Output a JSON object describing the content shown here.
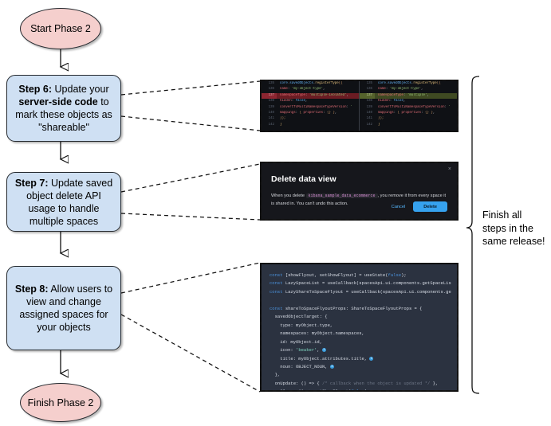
{
  "flow": {
    "start": {
      "label": "Start Phase 2"
    },
    "finish": {
      "label": "Finish Phase 2"
    },
    "steps": [
      {
        "id": "step6",
        "prefix": "Step 6:",
        "text": " Update your ",
        "bold": "server-side code",
        "rest": " to mark these objects as \"shareable\""
      },
      {
        "id": "step7",
        "prefix": "Step 7:",
        "text": " Update saved object delete API usage to handle multiple spaces"
      },
      {
        "id": "step8",
        "prefix": "Step 8:",
        "text": " Allow users to view and change assigned spaces for your objects"
      }
    ]
  },
  "annotation": {
    "text": "Finish all steps in the same release!"
  },
  "diff": {
    "left": [
      {
        "ln": "135",
        "html": "<span class=\"f\">core</span><span class=\"d\">.</span><span class=\"f\">savedObjects</span><span class=\"d\">.</span><span class=\"b\">registerType</span><span class=\"n\">({</span>",
        "type": "ctx"
      },
      {
        "ln": "136",
        "html": "  <span class=\"p\">name</span><span class=\"d\">:</span> <span class=\"s\">'my-object-type'</span><span class=\"d\">,</span>",
        "type": "ctx"
      },
      {
        "ln": "137",
        "html": "  <span class=\"p\">namespaceType</span><span class=\"d\">:</span> <span class=\"s\">'multiple-isolated'</span><span class=\"d\">,</span>",
        "type": "del"
      },
      {
        "ln": "138",
        "html": "  <span class=\"p\">hidden</span><span class=\"d\">:</span> <span class=\"f\">false</span><span class=\"d\">,</span>",
        "type": "ctx"
      },
      {
        "ln": "139",
        "html": "  <span class=\"p\">convertToMultiNamespaceTypeVersion</span><span class=\"d\">:</span> <span class=\"s\">'</span>",
        "type": "ctx"
      },
      {
        "ln": "140",
        "html": "  <span class=\"p\">mappings</span><span class=\"d\">:</span> <span class=\"n\">{</span> <span class=\"p\">properties</span><span class=\"d\">:</span> <span class=\"n\">{}</span> <span class=\"n\">}</span><span class=\"d\">,</span>",
        "type": "ctx"
      },
      {
        "ln": "141",
        "html": "<span class=\"n\">});</span>",
        "type": "ctx"
      },
      {
        "ln": "142",
        "html": "<span class=\"b\">}</span>",
        "type": "ctx"
      }
    ],
    "right": [
      {
        "ln": "135",
        "html": "<span class=\"f\">core</span><span class=\"d\">.</span><span class=\"f\">savedObjects</span><span class=\"d\">.</span><span class=\"b\">registerType</span><span class=\"n\">({</span>",
        "type": "ctx"
      },
      {
        "ln": "136",
        "html": "  <span class=\"p\">name</span><span class=\"d\">:</span> <span class=\"s\">'my-object-type'</span><span class=\"d\">,</span>",
        "type": "ctx"
      },
      {
        "ln": "137",
        "html": "  <span class=\"p\">namespaceType</span><span class=\"d\">:</span> <span class=\"s\">'multiple'</span><span class=\"d\">,</span>",
        "type": "add"
      },
      {
        "ln": "138",
        "html": "  <span class=\"p\">hidden</span><span class=\"d\">:</span> <span class=\"f\">false</span><span class=\"d\">,</span>",
        "type": "ctx"
      },
      {
        "ln": "139",
        "html": "  <span class=\"p\">convertToMultiNamespaceTypeVersion</span><span class=\"d\">:</span> <span class=\"s\">'</span>",
        "type": "ctx"
      },
      {
        "ln": "140",
        "html": "  <span class=\"p\">mappings</span><span class=\"d\">:</span> <span class=\"n\">{</span> <span class=\"p\">properties</span><span class=\"d\">:</span> <span class=\"n\">{}</span> <span class=\"n\">}</span><span class=\"d\">,</span>",
        "type": "ctx"
      },
      {
        "ln": "141",
        "html": "<span class=\"n\">});</span>",
        "type": "ctx"
      },
      {
        "ln": "142",
        "html": "<span class=\"b\">}</span>",
        "type": "ctx"
      }
    ]
  },
  "modal": {
    "title": "Delete data view",
    "body_before": "When you delete ",
    "body_code": "kibana_sample_data_ecommerce",
    "body_after": ", you remove it from every space it is shared in. You can't undo this action.",
    "cancel_label": "Cancel",
    "delete_label": "Delete",
    "close_glyph": "×"
  },
  "tsx": {
    "lines": [
      "<span class=\"kw\">const</span> [showFlyout, setShowFlyout] = useState(<span class=\"kw\">false</span>);",
      "<span class=\"kw\">const</span> LazySpaceList = useCallback(spacesApi.ui.components.getSpaceLis",
      "<span class=\"kw\">const</span> LazyShareToSpaceFlyout = useCallback(spacesApi.ui.components.ge",
      "",
      "<span class=\"kw\">const</span> shareToSpaceFlyoutProps: ShareToSpaceFlyoutProps = {",
      "  savedObjectTarget: {",
      "    type: myObject.type,",
      "    namespaces: myObject.namespaces,",
      "    id: myObject.id,",
      "    icon: <span class=\"str\">'beaker'</span>, <span class=\"badge\">1</span>",
      "    title: myObject.attributes.title, <span class=\"badge\">2</span>",
      "    noun: OBJECT_NOUN, <span class=\"badge\">3</span>",
      "  },",
      "  onUpdate: () => { <span class=\"com\">/* callback when the object is updated */</span> },",
      "  onClose: () => setShowFlyout(<span class=\"kw\">false</span>),",
      "};"
    ]
  },
  "colors": {
    "terminator_fill": "#f5cfcd",
    "process_fill": "#cfe0f3",
    "stroke": "#24292e",
    "accent_blue": "#36a2ef"
  }
}
